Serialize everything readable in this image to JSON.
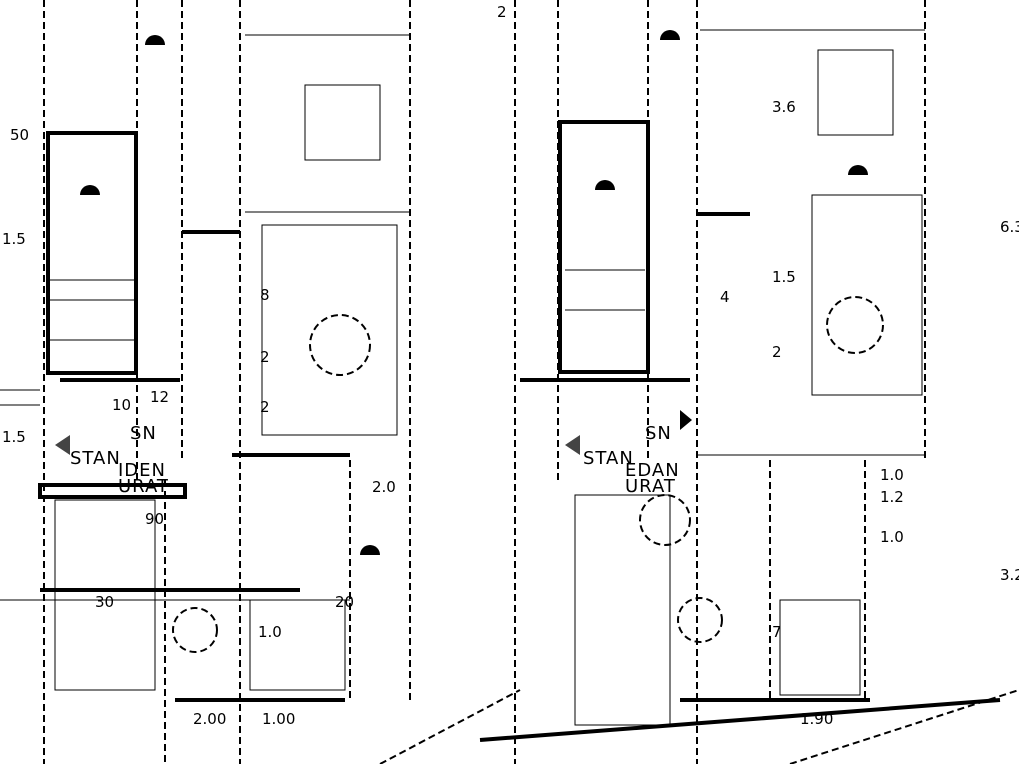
{
  "drawing": {
    "title": "Floor plan drawing",
    "plan_left": {
      "room_labels": [
        "SN",
        "STAN",
        "IDEN",
        "URAT"
      ],
      "dimensions": [
        "2",
        "1.5",
        "8",
        "2",
        "1.0",
        "2.0",
        "30",
        "50",
        "20",
        "2.00",
        "1.00",
        "1.5",
        "90",
        "10",
        "12"
      ]
    },
    "plan_right": {
      "room_labels": [
        "SN",
        "STAN",
        "EDAN",
        "URAT"
      ],
      "dimensions": [
        "3.6",
        "1.5",
        "2",
        "1.0",
        "1.2",
        "6.3",
        "3.2",
        "1.90",
        "2",
        "4",
        "7",
        "1.0"
      ]
    }
  }
}
